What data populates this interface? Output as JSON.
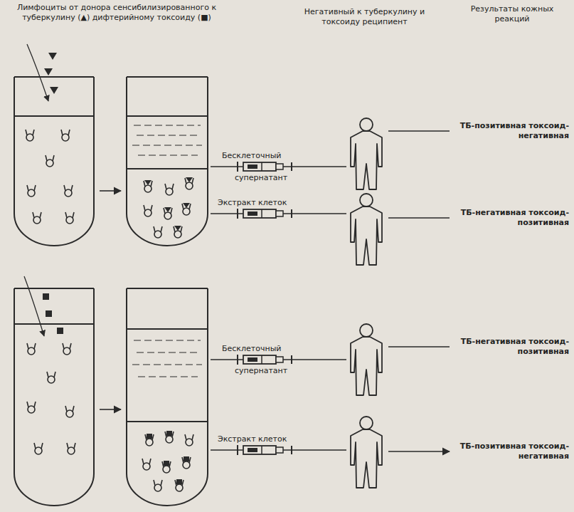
{
  "diagram": {
    "labels": [
      "Лимфоциты от донора сенсибилизированного к туберкулину (▲) дифтерийному токсоиду (■)",
      "Негативный к туберкулину и токсоиду реципиент",
      "Результаты кожных реакций",
      "Бесклеточный",
      "супернатант",
      "ТБ-позитивная токсоид-негативная",
      "Экстракт клеток",
      "ТБ-негативная токсоид-позитивная",
      "Бесклеточный",
      "супернатант",
      "ТБ-негативная токсоид-позитивная",
      "Экстракт клеток",
      "ТБ-позитивная токсоид-негативная"
    ]
  }
}
